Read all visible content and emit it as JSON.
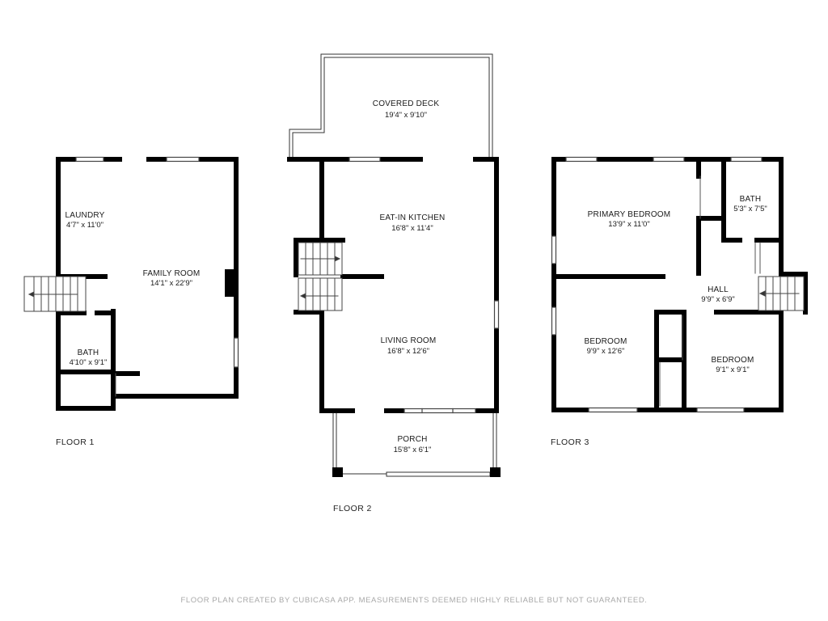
{
  "floors": [
    {
      "id": "floor-1",
      "label": "FLOOR 1"
    },
    {
      "id": "floor-2",
      "label": "FLOOR 2"
    },
    {
      "id": "floor-3",
      "label": "FLOOR 3"
    }
  ],
  "rooms": {
    "laundry": {
      "name": "LAUNDRY",
      "dims": "4'7\" x 11'0\""
    },
    "family_room": {
      "name": "FAMILY ROOM",
      "dims": "14'1\" x 22'9\""
    },
    "bath_1": {
      "name": "BATH",
      "dims": "4'10\" x 9'1\""
    },
    "covered_deck": {
      "name": "COVERED DECK",
      "dims": "19'4\" x 9'10\""
    },
    "eat_in_kitchen": {
      "name": "EAT-IN KITCHEN",
      "dims": "16'8\" x 11'4\""
    },
    "living_room": {
      "name": "LIVING ROOM",
      "dims": "16'8\" x 12'6\""
    },
    "porch": {
      "name": "PORCH",
      "dims": "15'8\" x 6'1\""
    },
    "primary_bedroom": {
      "name": "PRIMARY BEDROOM",
      "dims": "13'9\" x 11'0\""
    },
    "bath_3": {
      "name": "BATH",
      "dims": "5'3\" x 7'5\""
    },
    "hall": {
      "name": "HALL",
      "dims": "9'9\" x 6'9\""
    },
    "bedroom_a": {
      "name": "BEDROOM",
      "dims": "9'9\" x 12'6\""
    },
    "bedroom_b": {
      "name": "BEDROOM",
      "dims": "9'1\" x 9'1\""
    }
  },
  "footer": "FLOOR PLAN CREATED BY CUBICASA APP. MEASUREMENTS DEEMED HIGHLY RELIABLE BUT NOT GUARANTEED.",
  "colors": {
    "wall": "#000000",
    "thin_line": "#555555",
    "window_fill": "#ffffff",
    "footer_text": "#a8a8a8"
  }
}
